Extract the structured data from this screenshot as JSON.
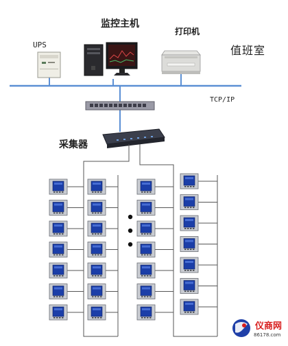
{
  "labels": {
    "ups": "UPS",
    "monitor_host": "监控主机",
    "printer": "打印机",
    "duty_room": "值班室",
    "tcp_ip": "TCP/IP",
    "collector": "采集器"
  },
  "watermark": {
    "text": "仪商网",
    "url": "86178.com"
  },
  "meters": {
    "columns": [
      {
        "rows": 7
      },
      {
        "rows": 7
      },
      {
        "rows": 7
      },
      {
        "rows": 7
      }
    ],
    "ellipsis": "⋮"
  },
  "colors": {
    "bus_line": "#5b8fd4",
    "wire": "#555555",
    "meter_screen": "#1b3ea8",
    "meter_body": "#c9ccd2"
  }
}
